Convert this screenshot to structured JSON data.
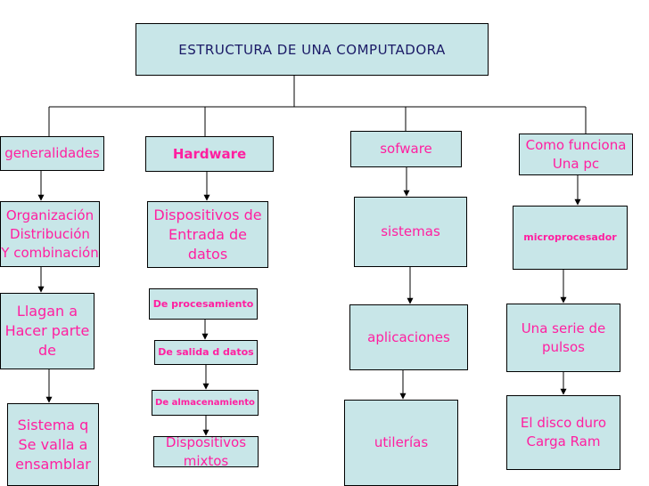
{
  "title": "ESTRUCTURA  DE UNA COMPUTADORA",
  "columns": [
    {
      "header": "generalidades",
      "items": [
        "Organización\nDistribución\nY combinación",
        "Llagan a\nHacer parte\nde",
        "Sistema q\nSe valla a\nensamblar"
      ]
    },
    {
      "header": "Hardware",
      "items": [
        "Dispositivos de\nEntrada de\ndatos",
        "De procesamiento",
        "De salida d datos",
        "De almacenamiento",
        "Dispositivos\nmixtos"
      ]
    },
    {
      "header": "sofware",
      "items": [
        "sistemas",
        "aplicaciones",
        "utilerías"
      ]
    },
    {
      "header": "Como funciona\nUna pc",
      "items": [
        "microprocesador",
        "Una serie de\npulsos",
        "El disco duro\nCarga Ram"
      ]
    }
  ],
  "colors": {
    "box_fill": "#c8e6e8",
    "text": "#ff1fa0",
    "title_text": "#1a1a66",
    "line": "#000000"
  }
}
